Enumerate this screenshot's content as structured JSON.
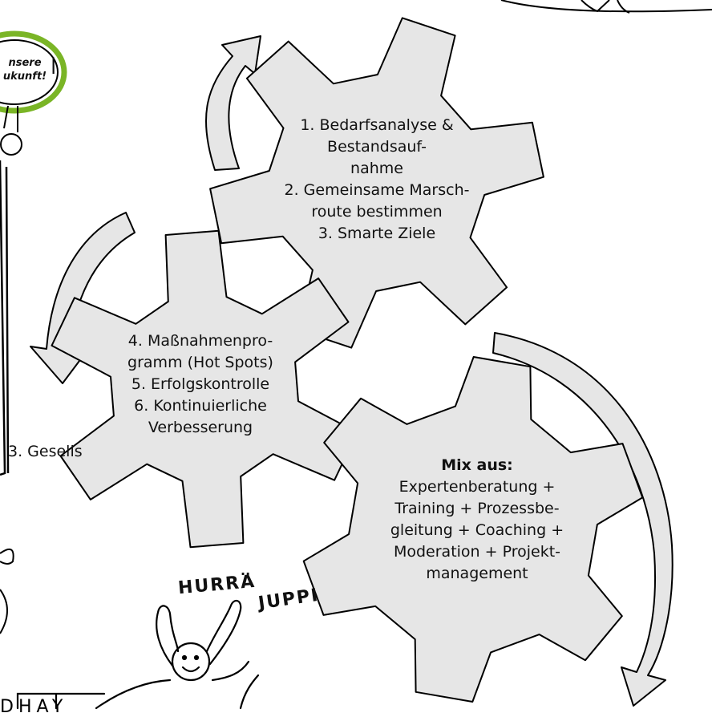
{
  "gears": [
    {
      "lines": [
        "1. Bedarfsanalyse &",
        "Bestandsauf-",
        "nahme",
        "2. Gemeinsame Marsch-",
        "route bestimmen",
        "3. Smarte Ziele"
      ]
    },
    {
      "lines": [
        "4. Maßnahmenpro-",
        "gramm (Hot Spots)",
        "5. Erfolgskontrolle",
        "6. Kontinuierliche",
        "Verbesserung"
      ]
    },
    {
      "title": "Mix aus:",
      "lines": [
        "Expertenberatung +",
        "Training + Prozessbe-",
        "gleitung + Coaching +",
        "Moderation + Projekt-",
        "management"
      ]
    }
  ],
  "sign_lines": [
    "nsere",
    "ukunft!"
  ],
  "sign_mark": "|",
  "left_clipped_text": "3. Gesells",
  "celebration": [
    "HURRA",
    "..",
    "JUPPI"
  ],
  "bottom_clipped_letters": "DHAY",
  "colors": {
    "gear_fill": "#e6e6e6",
    "stroke": "#000000",
    "sign_ring": "#7ab526",
    "background": "#ffffff"
  }
}
